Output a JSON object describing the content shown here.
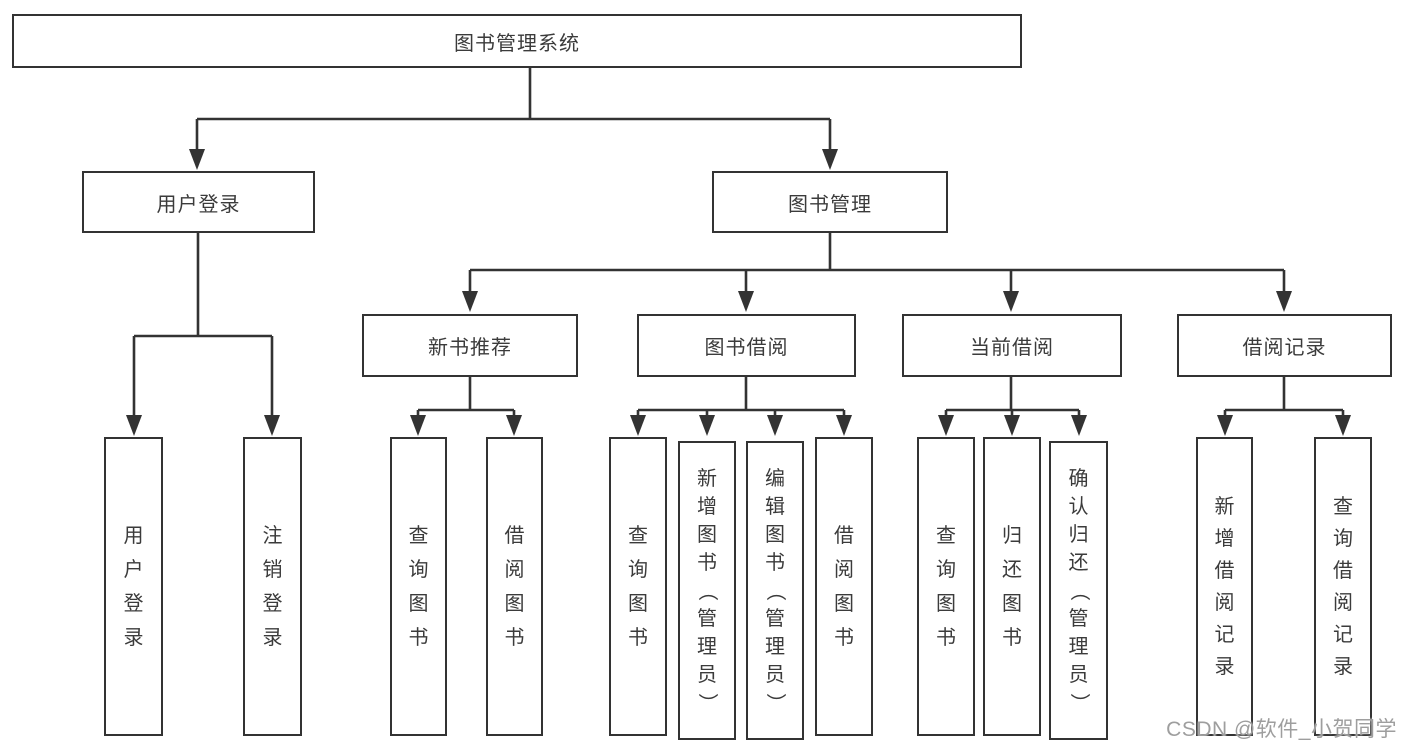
{
  "colors": {
    "line": "#333333",
    "text": "#3b3b3b",
    "box-bg": "#ffffff",
    "background": "#ffffff",
    "watermark": "#9e9e9e"
  },
  "diagram": {
    "title": "图书管理系统",
    "children": [
      {
        "label": "用户登录",
        "children": [
          {
            "label": "用户登录"
          },
          {
            "label": "注销登录"
          }
        ]
      },
      {
        "label": "图书管理",
        "children": [
          {
            "label": "新书推荐",
            "children": [
              {
                "label": "查询图书"
              },
              {
                "label": "借阅图书"
              }
            ]
          },
          {
            "label": "图书借阅",
            "children": [
              {
                "label": "查询图书"
              },
              {
                "label": "新增图书（管理员）"
              },
              {
                "label": "编辑图书（管理员）"
              },
              {
                "label": "借阅图书"
              }
            ]
          },
          {
            "label": "当前借阅",
            "children": [
              {
                "label": "查询图书"
              },
              {
                "label": "归还图书"
              },
              {
                "label": "确认归还（管理员）"
              }
            ]
          },
          {
            "label": "借阅记录",
            "children": [
              {
                "label": "新增借阅记录"
              },
              {
                "label": "查询借阅记录"
              }
            ]
          }
        ]
      }
    ]
  },
  "watermark": {
    "text": "CSDN @软件_小贺同学"
  }
}
